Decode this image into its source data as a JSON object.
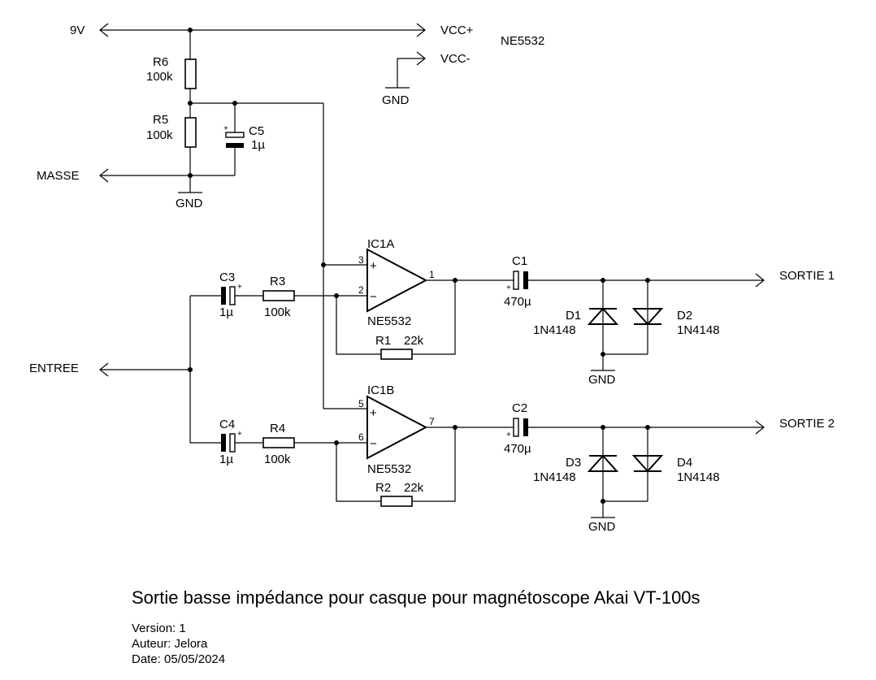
{
  "nets": {
    "v9": "9V",
    "vcc_plus": "VCC+",
    "vcc_minus": "VCC-",
    "chip": "NE5532",
    "gnd": "GND",
    "masse": "MASSE",
    "entree": "ENTREE",
    "sortie1": "SORTIE 1",
    "sortie2": "SORTIE 2"
  },
  "components": {
    "r6": {
      "ref": "R6",
      "value": "100k"
    },
    "r5": {
      "ref": "R5",
      "value": "100k"
    },
    "c5": {
      "ref": "C5",
      "value": "1µ"
    },
    "c3": {
      "ref": "C3",
      "value": "1µ"
    },
    "c4": {
      "ref": "C4",
      "value": "1µ"
    },
    "r3": {
      "ref": "R3",
      "value": "100k"
    },
    "r4": {
      "ref": "R4",
      "value": "100k"
    },
    "r1": {
      "ref": "R1",
      "value": "22k"
    },
    "r2": {
      "ref": "R2",
      "value": "22k"
    },
    "c1": {
      "ref": "C1",
      "value": "470µ"
    },
    "c2": {
      "ref": "C2",
      "value": "470µ"
    },
    "ic1a": {
      "ref": "IC1A",
      "value": "NE5532",
      "pin_nonInv": "3",
      "pin_inv": "2",
      "pin_out": "1"
    },
    "ic1b": {
      "ref": "IC1B",
      "value": "NE5532",
      "pin_nonInv": "5",
      "pin_inv": "6",
      "pin_out": "7"
    },
    "d1": {
      "ref": "D1",
      "value": "1N4148"
    },
    "d2": {
      "ref": "D2",
      "value": "1N4148"
    },
    "d3": {
      "ref": "D3",
      "value": "1N4148"
    },
    "d4": {
      "ref": "D4",
      "value": "1N4148"
    }
  },
  "symbols": {
    "plus": "+",
    "minus": "−"
  },
  "title_block": {
    "title": "Sortie basse impédance pour casque pour magnétoscope Akai VT-100s",
    "version": "Version: 1",
    "author": "Auteur: Jelora",
    "date": "Date: 05/05/2024"
  }
}
